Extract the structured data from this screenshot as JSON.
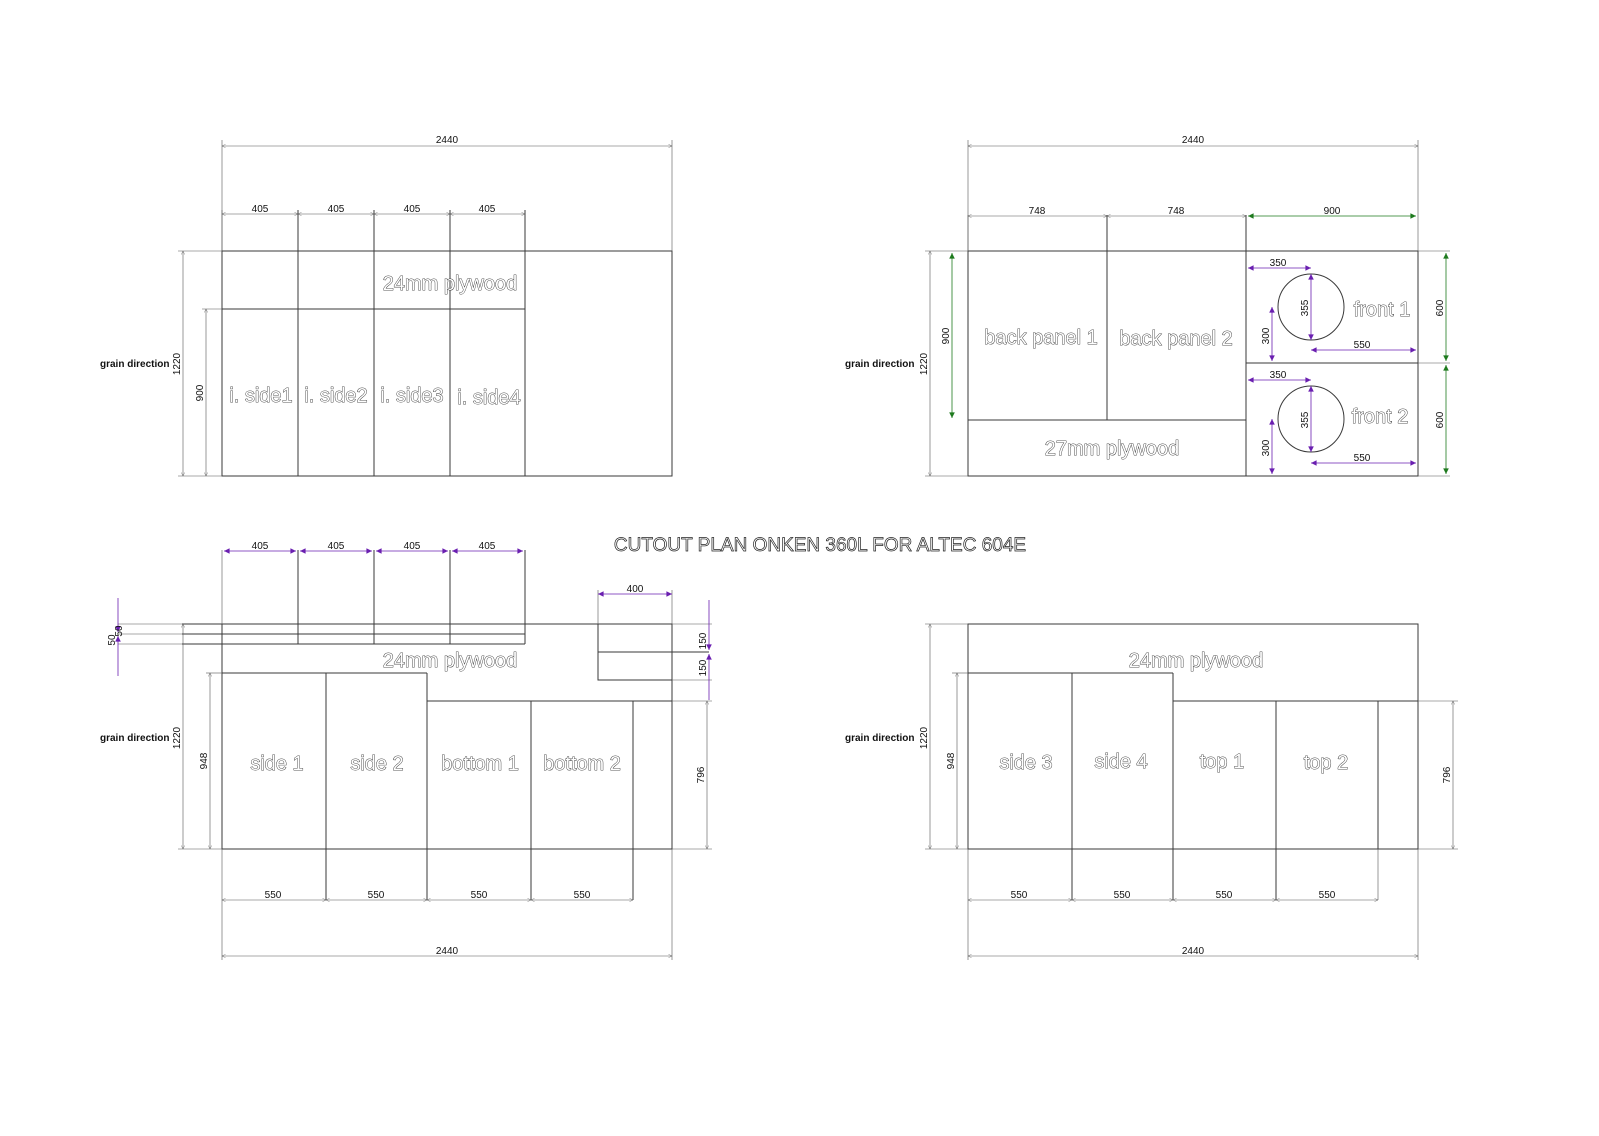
{
  "title": "CUTOUT PLAN ONKEN 360L FOR ALTEC 604E",
  "colors": {
    "purple_arrow": "#6a1fb0",
    "green_arrow": "#1e7a1e",
    "line": "#3a3a3a"
  },
  "labels": {
    "grain": "grain direction"
  },
  "sheets": {
    "tl": {
      "material": "24mm plywood",
      "dims": {
        "width": "2440",
        "height": "1220",
        "strip": "900",
        "cols": [
          "405",
          "405",
          "405",
          "405"
        ]
      },
      "parts": [
        "i. side1",
        "i. side2",
        "i. side3",
        "i. side4"
      ]
    },
    "tr": {
      "material": "27mm plywood",
      "dims": {
        "width": "2440",
        "height": "1220",
        "panel_h": "900",
        "cols": [
          "748",
          "748"
        ],
        "front_w": "900",
        "front_h1": "600",
        "front_h2": "600"
      },
      "parts": [
        "back panel 1",
        "back panel 2",
        "front 1",
        "front 2"
      ],
      "front_dims": {
        "left": "350",
        "hole": "355",
        "bottom": "300",
        "right": "550"
      }
    },
    "bl": {
      "material": "24mm plywood",
      "dims": {
        "width": "2440",
        "height": "1220",
        "strip": "50",
        "strip2": "50",
        "cols_top": [
          "405",
          "405",
          "405",
          "405"
        ],
        "small_w": "400",
        "small_h1": "150",
        "small_h2": "150",
        "tall": "948",
        "short": "796",
        "cols_bottom": [
          "550",
          "550",
          "550",
          "550"
        ]
      },
      "parts": [
        "side 1",
        "side 2",
        "bottom 1",
        "bottom 2"
      ]
    },
    "br": {
      "material": "24mm plywood",
      "dims": {
        "width": "2440",
        "height": "1220",
        "tall": "948",
        "short": "796",
        "cols_bottom": [
          "550",
          "550",
          "550",
          "550"
        ]
      },
      "parts": [
        "side 3",
        "side 4",
        "top 1",
        "top 2"
      ]
    }
  }
}
